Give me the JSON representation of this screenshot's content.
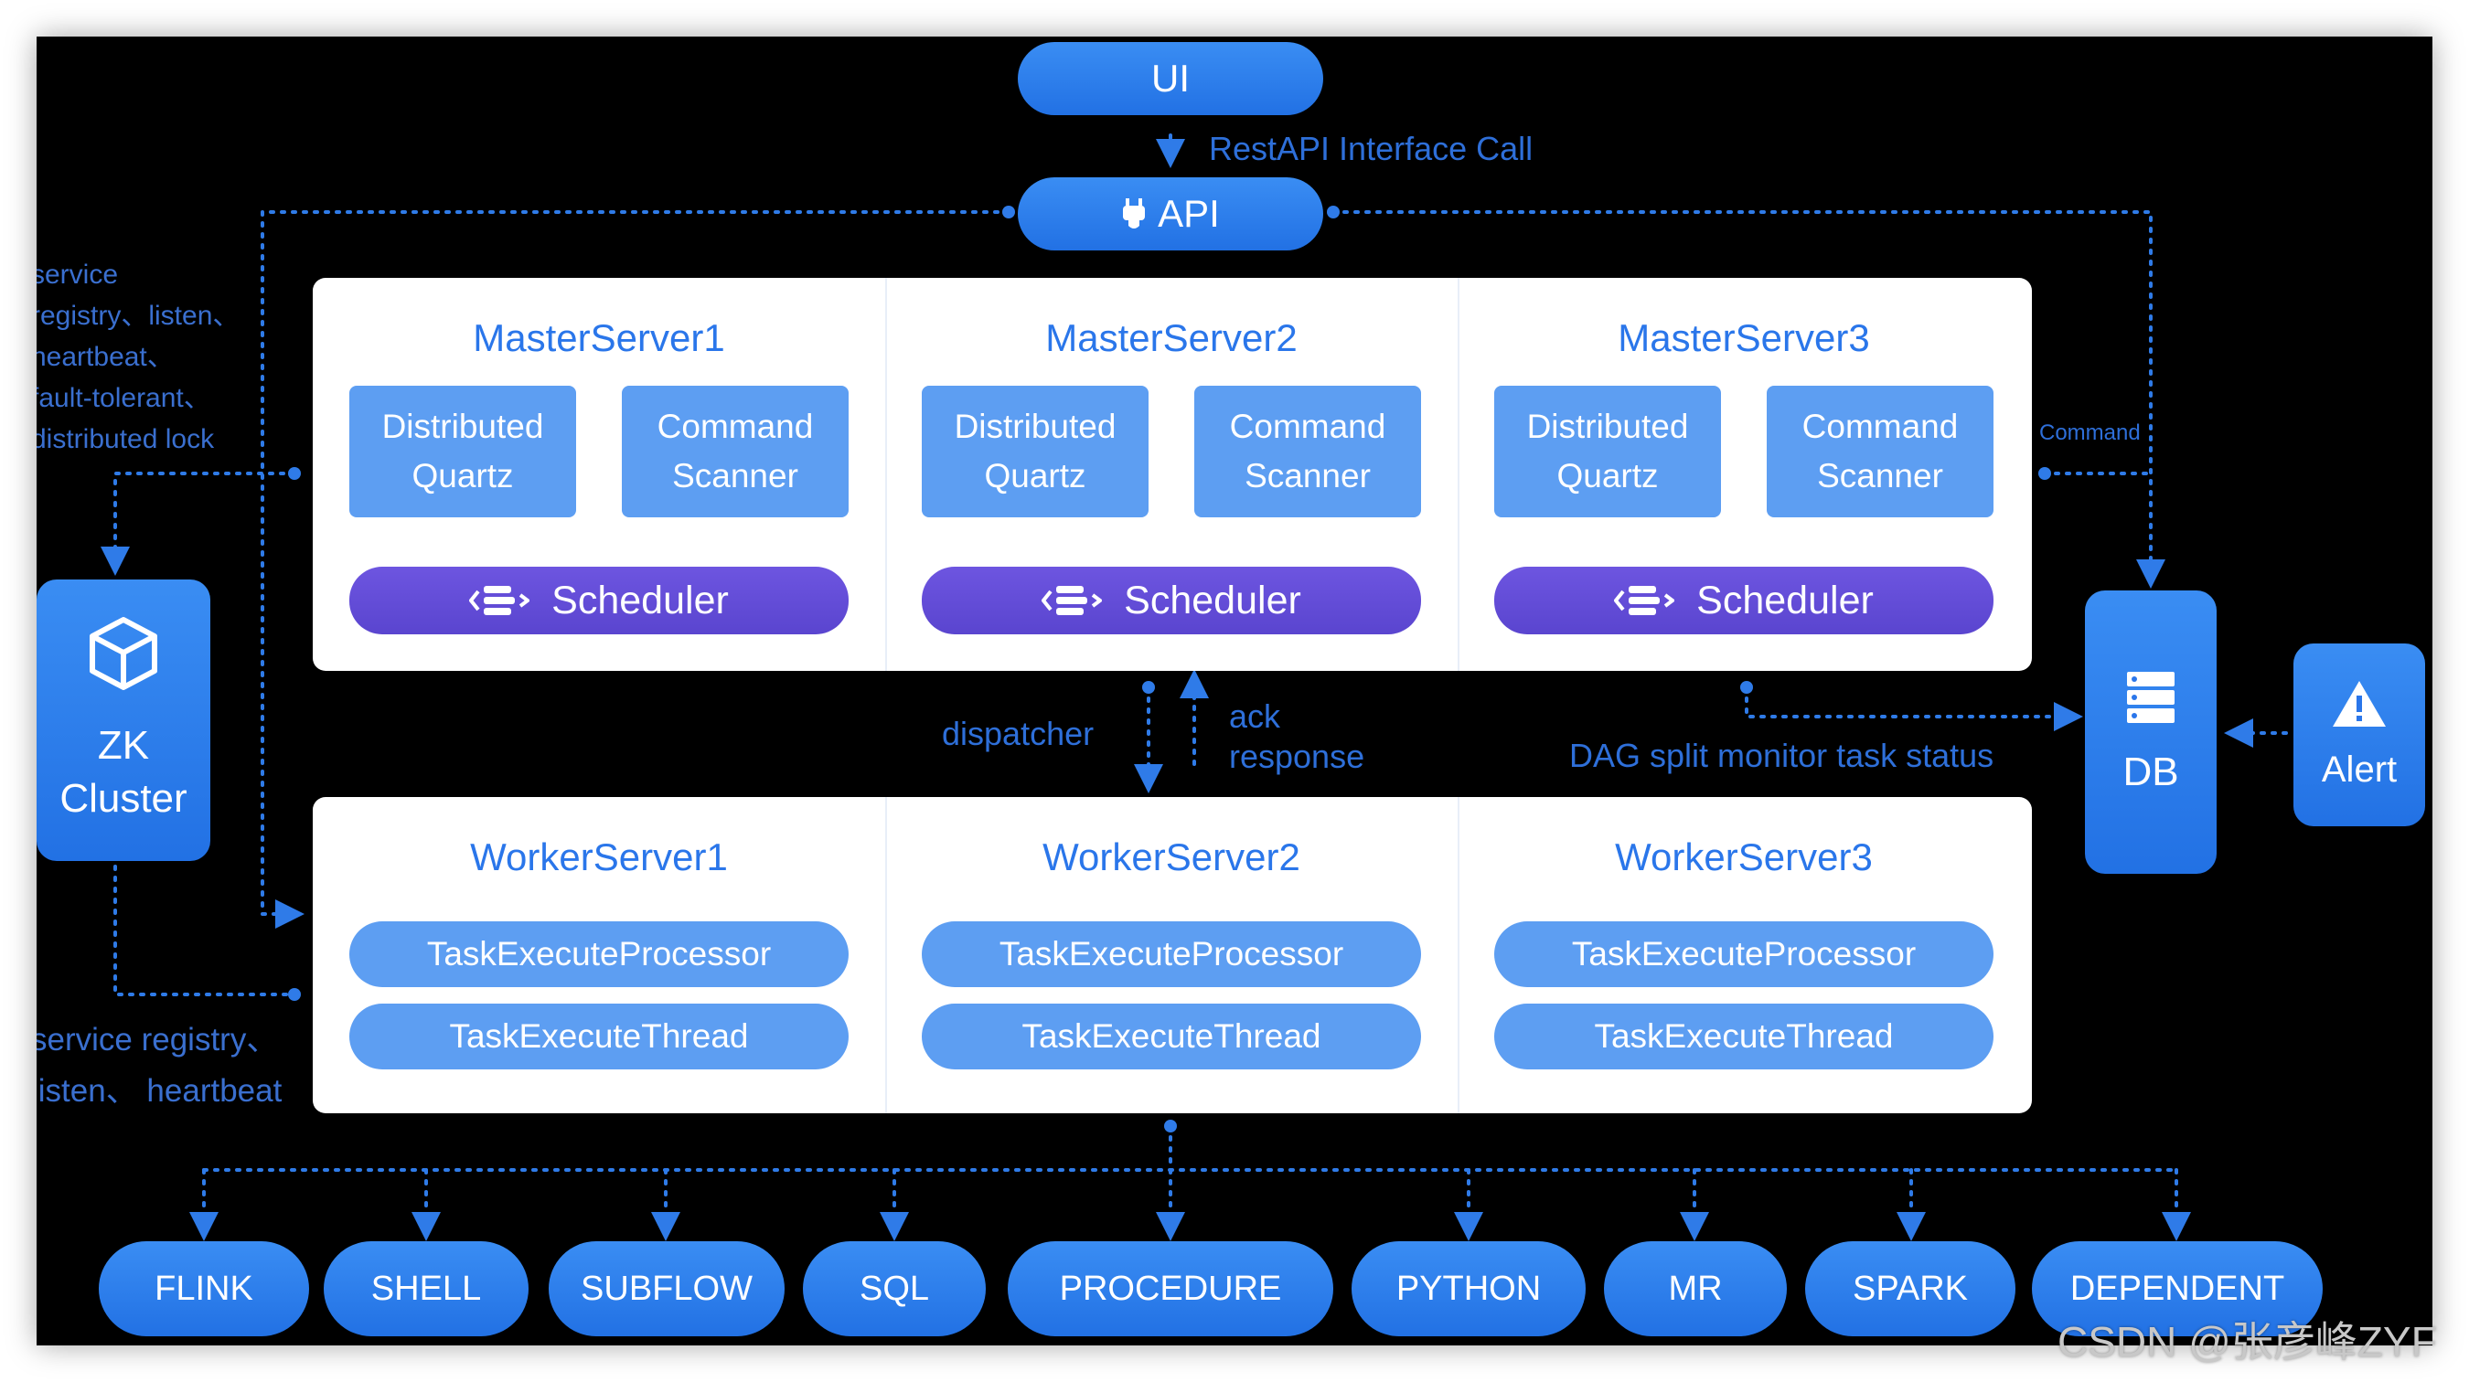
{
  "ui_label": "UI",
  "api_label": "API",
  "restapi_note": "RestAPI Interface Call",
  "zk_note_top": [
    "service",
    "registry、listen、",
    "heartbeat、",
    "fault-tolerant、",
    "distributed lock"
  ],
  "zk_note_bottom": [
    "service registry、",
    "listen、 heartbeat"
  ],
  "command_note": "Command",
  "masters": [
    {
      "title": "MasterServer1",
      "quartz": [
        "Distributed",
        "Quartz"
      ],
      "scanner": [
        "Command",
        "Scanner"
      ],
      "scheduler": "Scheduler"
    },
    {
      "title": "MasterServer2",
      "quartz": [
        "Distributed",
        "Quartz"
      ],
      "scanner": [
        "Command",
        "Scanner"
      ],
      "scheduler": "Scheduler"
    },
    {
      "title": "MasterServer3",
      "quartz": [
        "Distributed",
        "Quartz"
      ],
      "scanner": [
        "Command",
        "Scanner"
      ],
      "scheduler": "Scheduler"
    }
  ],
  "dispatcher_note": "dispatcher",
  "ack_note": [
    "ack",
    "response"
  ],
  "dag_note": "DAG split monitor task status",
  "workers": [
    {
      "title": "WorkerServer1",
      "processor": "TaskExecuteProcessor",
      "thread": "TaskExecuteThread"
    },
    {
      "title": "WorkerServer2",
      "processor": "TaskExecuteProcessor",
      "thread": "TaskExecuteThread"
    },
    {
      "title": "WorkerServer3",
      "processor": "TaskExecuteProcessor",
      "thread": "TaskExecuteThread"
    }
  ],
  "zk_cluster": [
    "ZK",
    "Cluster"
  ],
  "db_label": "DB",
  "alert_label": "Alert",
  "task_types": [
    "FLINK",
    "SHELL",
    "SUBFLOW",
    "SQL",
    "PROCEDURE",
    "PYTHON",
    "MR",
    "SPARK",
    "DEPENDENT"
  ],
  "watermark": "CSDN @张彦峰ZYF",
  "colors": {
    "background": "#000000",
    "accent": "#2a76ea",
    "scheduler": "#5a45cf",
    "panel": "#ffffff"
  }
}
